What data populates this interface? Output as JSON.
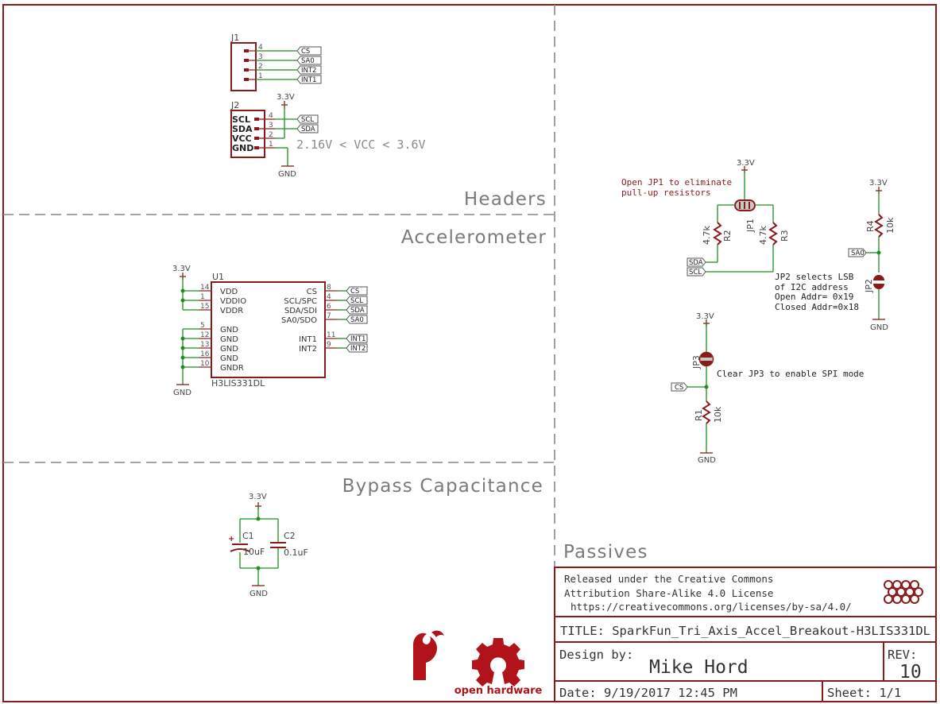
{
  "sections": {
    "headers": "Headers",
    "accelerometer": "Accelerometer",
    "bypass": "Bypass Capacitance",
    "passives": "Passives"
  },
  "power": {
    "v33": "3.3V",
    "gnd": "GND"
  },
  "j1": {
    "ref": "J1",
    "pins": [
      {
        "num": "4",
        "net": "CS"
      },
      {
        "num": "3",
        "net": "SA0"
      },
      {
        "num": "2",
        "net": "INT2"
      },
      {
        "num": "1",
        "net": "INT1"
      }
    ]
  },
  "j2": {
    "ref": "J2",
    "pins": [
      {
        "name": "SCL",
        "num": "4",
        "net": "SCL"
      },
      {
        "name": "SDA",
        "num": "3",
        "net": "SDA"
      },
      {
        "name": "VCC",
        "num": "2"
      },
      {
        "name": "GND",
        "num": "1"
      }
    ],
    "note": "2.16V < VCC < 3.6V"
  },
  "u1": {
    "ref": "U1",
    "part": "H3LIS331DL",
    "left_pins": [
      {
        "num": "14",
        "name": "VDD"
      },
      {
        "num": "1",
        "name": "VDDIO"
      },
      {
        "num": "15",
        "name": "VDDR"
      },
      {
        "num": "5",
        "name": "GND"
      },
      {
        "num": "12",
        "name": "GND"
      },
      {
        "num": "13",
        "name": "GND"
      },
      {
        "num": "16",
        "name": "GND"
      },
      {
        "num": "10",
        "name": "GNDR"
      }
    ],
    "right_pins": [
      {
        "num": "8",
        "name": "CS",
        "net": "CS"
      },
      {
        "num": "4",
        "name": "SCL/SPC",
        "net": "SCL"
      },
      {
        "num": "6",
        "name": "SDA/SDI",
        "net": "SDA"
      },
      {
        "num": "7",
        "name": "SA0/SDO",
        "net": "SA0"
      },
      {
        "num": "11",
        "name": "INT1",
        "net": "INT1"
      },
      {
        "num": "9",
        "name": "INT2",
        "net": "INT2"
      }
    ]
  },
  "bypass": {
    "c1": {
      "ref": "C1",
      "value": "10uF"
    },
    "c2": {
      "ref": "C2",
      "value": "0.1uF"
    }
  },
  "passives": {
    "jp1_note": [
      "Open JP1 to eliminate",
      "pull-up resistors"
    ],
    "jp1": "JP1",
    "r2": {
      "ref": "R2",
      "value": "4.7k"
    },
    "r3": {
      "ref": "R3",
      "value": "4.7k"
    },
    "sda": "SDA",
    "scl": "SCL",
    "r4": {
      "ref": "R4",
      "value": "10k"
    },
    "sa0": "SA0",
    "jp2": "JP2",
    "jp2_note": [
      "JP2 selects LSB",
      "of I2C address",
      "Open Addr= 0x19",
      "Closed Addr=0x18"
    ],
    "jp3": "JP3",
    "jp3_note": "Clear JP3 to enable SPI mode",
    "cs": "CS",
    "r1": {
      "ref": "R1",
      "value": "10k"
    }
  },
  "title_block": {
    "license": [
      "Released under the Creative Commons",
      "Attribution Share-Alike 4.0 License",
      "https://creativecommons.org/licenses/by-sa/4.0/"
    ],
    "title": "TITLE: SparkFun_Tri_Axis_Accel_Breakout-H3LIS331DL",
    "design_by_label": "Design by:",
    "designer": "Mike Hord",
    "rev_label": "REV:",
    "rev": "10",
    "date": "Date: 9/19/2017 12:45 PM",
    "sheet": "Sheet: 1/1"
  },
  "logos": {
    "oshw": "open hardware",
    "sparkfun": "sparkfun-flame-icon",
    "cc": "cc-by-sa-icon"
  },
  "colors": {
    "frame": "#8b1a1a",
    "wire": "#1f8f1f",
    "section_line": "#888888",
    "note": "#8b1a1a"
  }
}
